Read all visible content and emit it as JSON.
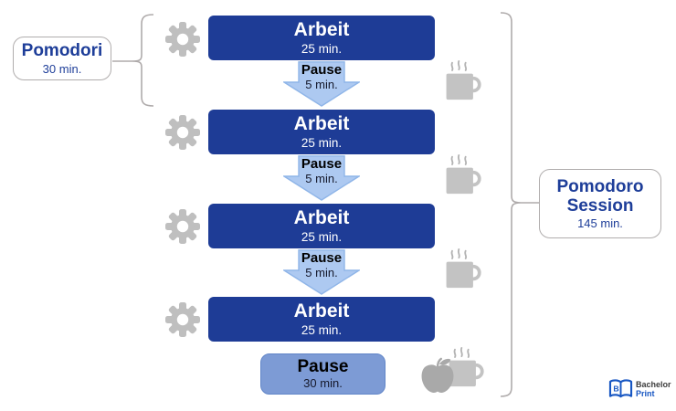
{
  "left_label": {
    "title": "Pomodori",
    "subtitle": "30 min."
  },
  "right_label": {
    "line1": "Pomodoro",
    "line2": "Session",
    "subtitle": "145 min."
  },
  "work_blocks": [
    {
      "title": "Arbeit",
      "subtitle": "25 min."
    },
    {
      "title": "Arbeit",
      "subtitle": "25 min."
    },
    {
      "title": "Arbeit",
      "subtitle": "25 min."
    },
    {
      "title": "Arbeit",
      "subtitle": "25 min."
    }
  ],
  "short_breaks": [
    {
      "title": "Pause",
      "subtitle": "5 min."
    },
    {
      "title": "Pause",
      "subtitle": "5 min."
    },
    {
      "title": "Pause",
      "subtitle": "5 min."
    }
  ],
  "long_break": {
    "title": "Pause",
    "subtitle": "30 min."
  },
  "icons": [
    "gear-icon",
    "coffee-cup-icon",
    "apple-icon"
  ],
  "logo": {
    "line1": "Bachelor",
    "line2": "Print"
  },
  "colors": {
    "work_box": "#1e3c96",
    "arrow_fill": "#adc9f1",
    "arrow_border": "#8fb5e8",
    "long_break_fill": "#7d9bd5",
    "long_break_border": "#6286c8",
    "label_text": "#1e3e99",
    "icon_gray": "#c3c3c3",
    "brace_gray": "#afabab",
    "logo_blue": "#1857c3"
  }
}
